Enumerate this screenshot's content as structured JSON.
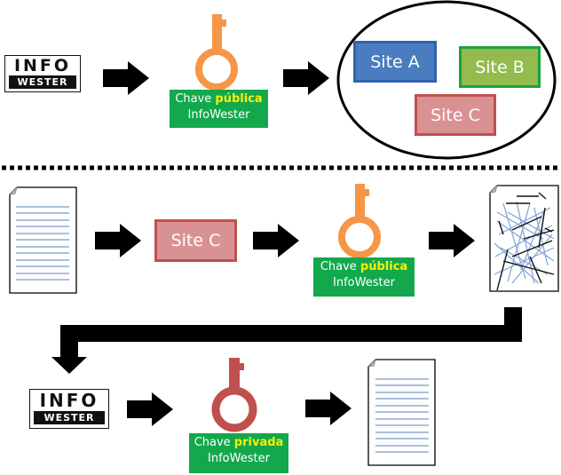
{
  "diagram": {
    "logo": {
      "line1": "INFO",
      "line2": "WESTER"
    },
    "top_row": {
      "key_label": {
        "prefix": "Chave ",
        "highlight": "pública",
        "owner": "InfoWester"
      },
      "sites": [
        {
          "label": "Site A",
          "fill": "#4a7cc0",
          "border": "#2f63ad"
        },
        {
          "label": "Site B",
          "fill": "#93bb4f",
          "border": "#1ca23c"
        },
        {
          "label": "Site C",
          "fill": "#d99293",
          "border": "#c0504d"
        }
      ]
    },
    "middle_row": {
      "site_label": "Site C",
      "key_label": {
        "prefix": "Chave ",
        "highlight": "pública",
        "owner": "InfoWester"
      }
    },
    "bottom_row": {
      "key_label": {
        "prefix": "Chave ",
        "highlight": "privada",
        "owner": "InfoWester"
      }
    },
    "colors": {
      "public_key": "#f79646",
      "private_key": "#c0504d",
      "label_bg": "#13a84c",
      "label_highlight": "#f6f00a",
      "arrow": "#000000",
      "doc_lines": "#8eacd4"
    }
  }
}
